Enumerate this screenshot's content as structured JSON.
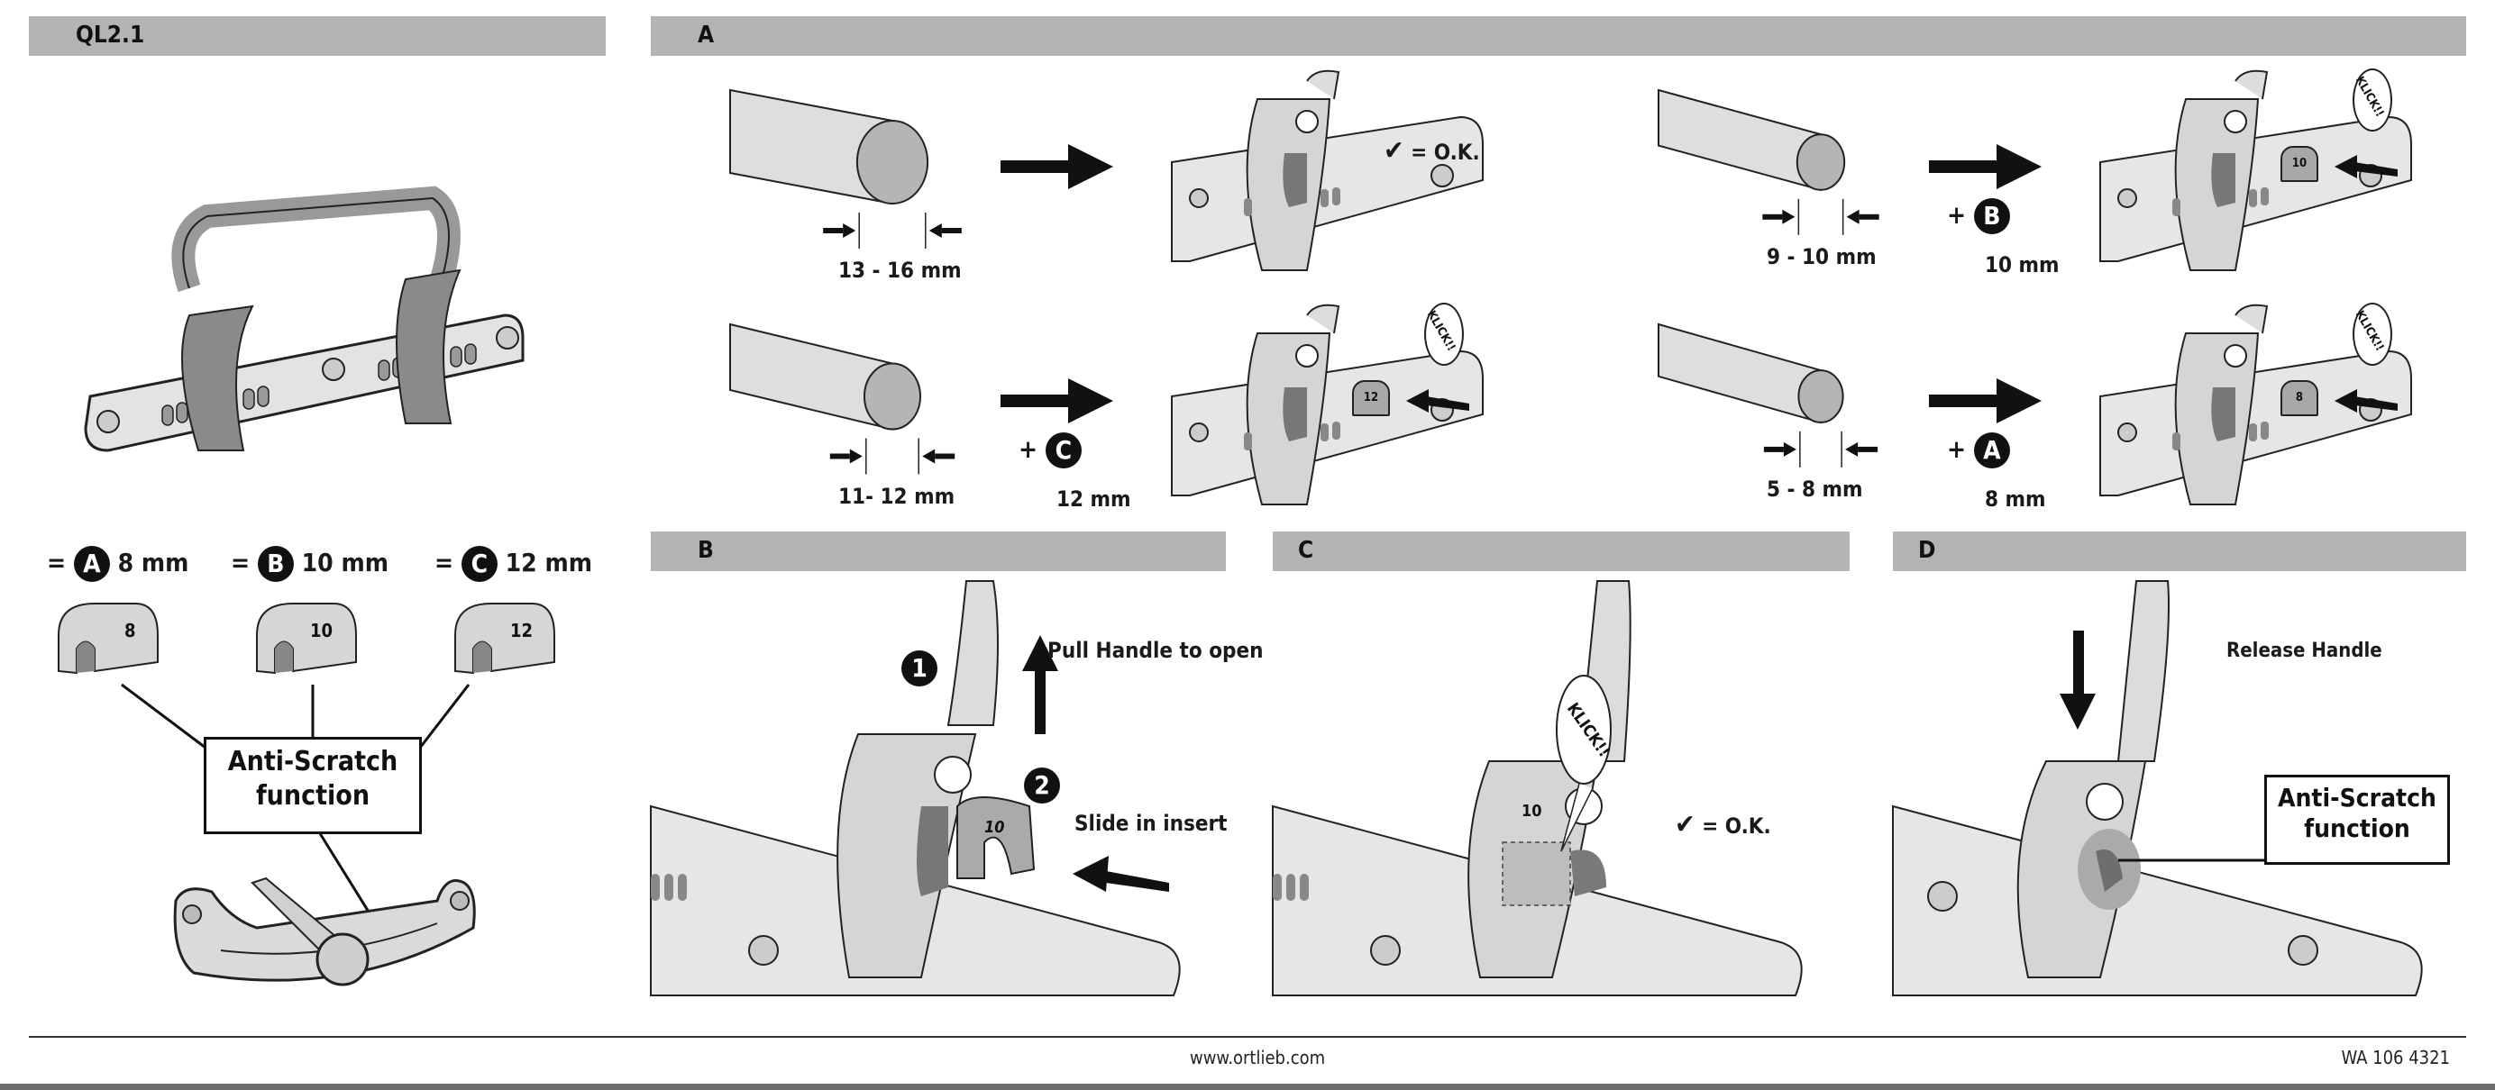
{
  "sections": {
    "ql": {
      "title": "QL2.1"
    },
    "a": {
      "title": "A"
    },
    "b": {
      "title": "B"
    },
    "c": {
      "title": "C"
    },
    "d": {
      "title": "D"
    }
  },
  "inserts_legend": [
    {
      "prefix": "=",
      "letter": "A",
      "size": "8 mm",
      "insert_label": "8"
    },
    {
      "prefix": "=",
      "letter": "B",
      "size": "10 mm",
      "insert_label": "10"
    },
    {
      "prefix": "=",
      "letter": "C",
      "size": "12 mm",
      "insert_label": "12"
    }
  ],
  "anti_scratch": {
    "line1": "Anti-Scratch",
    "line2": "function"
  },
  "step_a": {
    "rows": [
      {
        "range": "13 - 16 mm",
        "insert": null,
        "insert_size": null,
        "result": "= O.K.",
        "callout": null
      },
      {
        "range": "11- 12 mm",
        "insert": "C",
        "insert_size": "12 mm",
        "insert_label": "12",
        "callout": "KLICK!!"
      },
      {
        "range": "9 - 10 mm",
        "insert": "B",
        "insert_size": "10 mm",
        "insert_label": "10",
        "callout": "KLICK!!"
      },
      {
        "range": "5 - 8 mm",
        "insert": "A",
        "insert_size": "8 mm",
        "insert_label": "8",
        "callout": "KLICK!!"
      }
    ],
    "plus": "+"
  },
  "step_b": {
    "step1_num": "1",
    "step1_text": "Pull Handle to open",
    "step2_num": "2",
    "step2_text": "Slide in insert",
    "insert_label": "10"
  },
  "step_c": {
    "callout": "KLICK!!",
    "result": "= O.K.",
    "insert_label": "10"
  },
  "step_d": {
    "text": "Release Handle",
    "box_line1": "Anti-Scratch",
    "box_line2": "function"
  },
  "footer": {
    "url": "www.ortlieb.com",
    "code": "WA 106 4321"
  },
  "colors": {
    "header_bar": "#b3b3b3",
    "part_light": "#d9d9d9",
    "part_mid": "#b0b0b0",
    "part_dark": "#7f7f7f"
  }
}
